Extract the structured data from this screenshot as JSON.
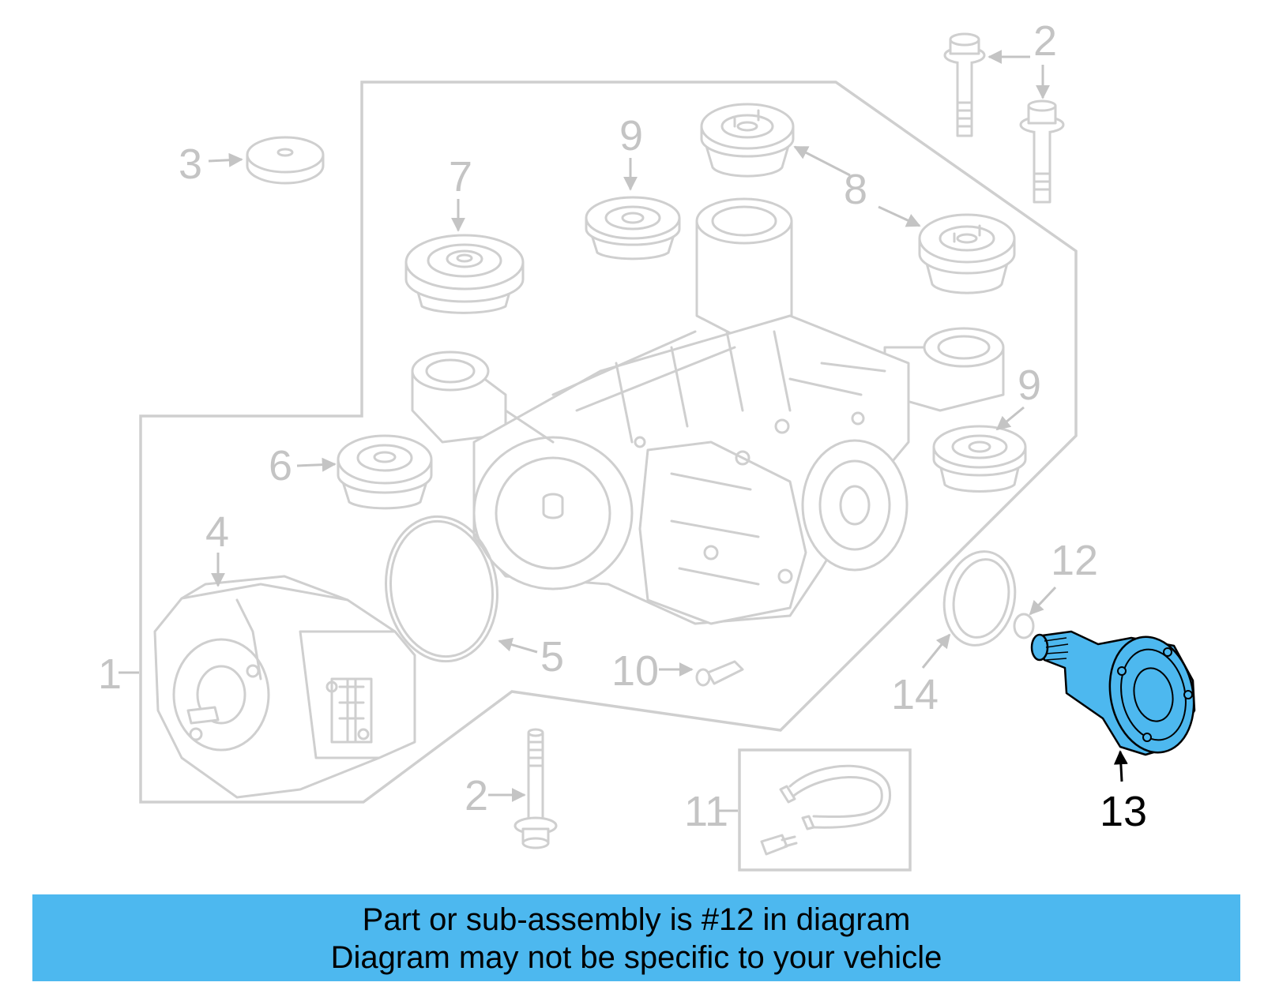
{
  "diagram": {
    "callouts": [
      {
        "id": "c1",
        "text": "1"
      },
      {
        "id": "c2a",
        "text": "2"
      },
      {
        "id": "c2b",
        "text": "2"
      },
      {
        "id": "c3",
        "text": "3"
      },
      {
        "id": "c4",
        "text": "4"
      },
      {
        "id": "c5",
        "text": "5"
      },
      {
        "id": "c6",
        "text": "6"
      },
      {
        "id": "c7",
        "text": "7"
      },
      {
        "id": "c8",
        "text": "8"
      },
      {
        "id": "c9a",
        "text": "9"
      },
      {
        "id": "c9b",
        "text": "9"
      },
      {
        "id": "c10",
        "text": "10"
      },
      {
        "id": "c11",
        "text": "11"
      },
      {
        "id": "c12",
        "text": "12"
      },
      {
        "id": "c13",
        "text": "13"
      },
      {
        "id": "c14",
        "text": "14"
      }
    ],
    "highlighted_part": "12",
    "colors": {
      "highlight": "#4db8ef",
      "line_art": "#cfcfcf",
      "callout_text": "#c4c4c4",
      "active_callout": "#000000"
    }
  },
  "banner": {
    "line1": "Part or sub-assembly is #12 in diagram",
    "line2": "Diagram may not be specific to your vehicle"
  }
}
